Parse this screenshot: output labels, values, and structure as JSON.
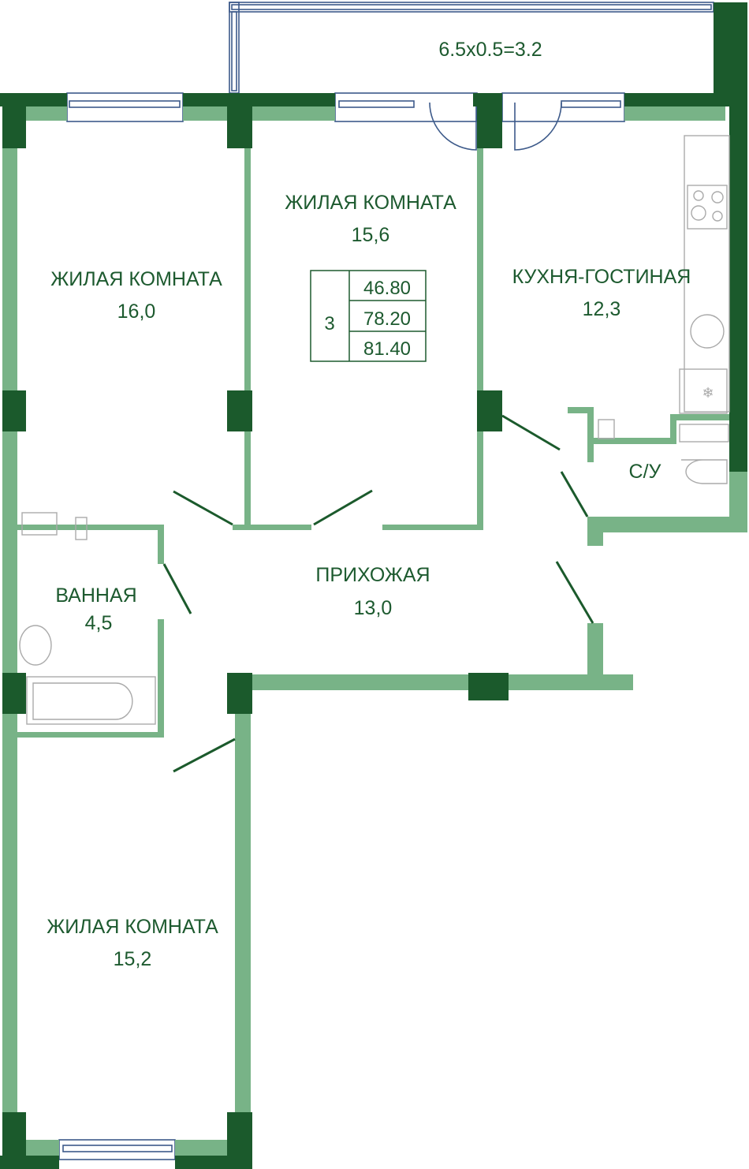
{
  "plan": {
    "balcony": {
      "label": "6.5x0.5=3.2"
    },
    "rooms": [
      {
        "name": "ЖИЛАЯ КОМНАТА",
        "area": "16,0"
      },
      {
        "name": "ЖИЛАЯ КОМНАТА",
        "area": "15,6"
      },
      {
        "name": "КУХНЯ-ГОСТИНАЯ",
        "area": "12,3"
      },
      {
        "name": "С/У"
      },
      {
        "name": "ВАННАЯ",
        "area": "4,5"
      },
      {
        "name": "ПРИХОЖАЯ",
        "area": "13,0"
      },
      {
        "name": "ЖИЛАЯ КОМНАТА",
        "area": "15,2"
      }
    ],
    "summary": {
      "rooms_count": "3",
      "living_area": "46.80",
      "total_area": "78.20",
      "total_with_balcony": "81.40"
    },
    "colors": {
      "wall_bearing": "#1b5a2c",
      "wall_partition": "#78b387",
      "text": "#1d5a2f",
      "window": "#3d5a8a"
    }
  }
}
